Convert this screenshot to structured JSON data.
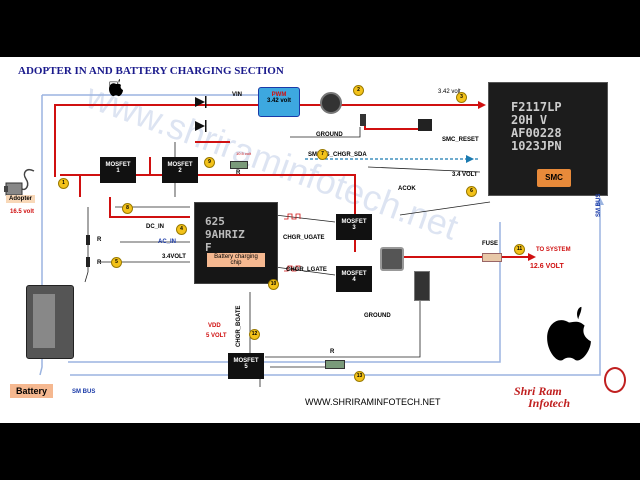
{
  "title": "ADOPTER IN AND BATTERY CHARGING SECTION",
  "watermark": "www.shriraminfotech.net",
  "website": "WWW.SHRIRAMINFOTECH.NET",
  "brand": {
    "line1": "Shri Ram",
    "line2": "Infotech"
  },
  "labels": {
    "vin": "VIN",
    "pwm": "PWM",
    "pwm_volt": "3.42 volt",
    "ground_top": "GROUND",
    "volt_342": "3.42 volt",
    "smc_reset": "SMC_RESET",
    "smbus_chgr": "SMBUS_CHGR_SDA",
    "volt_34": "3.4 VOLT",
    "acok": "ACOK",
    "smc": "SMC",
    "sm_bus_right": "SM BUS",
    "adopter": "Adopter",
    "adopter_volt": "16.5 volt",
    "mosfet1": "MOSFET",
    "mosfet1_n": "1",
    "mosfet2": "MOSFET",
    "mosfet2_n": "2",
    "r_small": "R",
    "r_small_top": "10.5 volt",
    "dc_in": "DC_IN",
    "ac_in": "AC_IN",
    "volt_34b": "3.4VOLT",
    "r1": "R",
    "r2": "R",
    "chip_text": "625\n9AHRIZ\nF",
    "chip_label": "Battery charging\nchip",
    "chgr_ugate": "CHGR_UGATE",
    "chgr_lgate": "CHGR_LGATE",
    "mosfet3": "MOSFET",
    "mosfet3_n": "3",
    "mosfet4": "MOSFET",
    "mosfet4_n": "4",
    "fuse": "FUSE",
    "to_system": "TO SYSTEM",
    "system_volt": "12.6 VOLT",
    "ground_bottom": "GROUND",
    "vdd": "VDD",
    "vdd_volt": "5 VOLT",
    "chgr_bgate": "CHGR_BGATE",
    "mosfet5": "MOSFET",
    "mosfet5_n": "5",
    "r_bottom": "R",
    "battery": "Battery",
    "sm_bus_bottom": "SM BUS"
  },
  "smc_chip_text": [
    "F2117LP",
    "20H V",
    "AF00228",
    "1023JPN"
  ],
  "numbers": [
    "1",
    "2",
    "3",
    "4",
    "5",
    "6",
    "7",
    "8",
    "9",
    "10",
    "11",
    "12",
    "13"
  ],
  "colors": {
    "red_wire": "#d01010",
    "blue_wire": "#9bb4e0",
    "dark_blue": "#1a3aa8",
    "badge": "#f3c21a"
  }
}
